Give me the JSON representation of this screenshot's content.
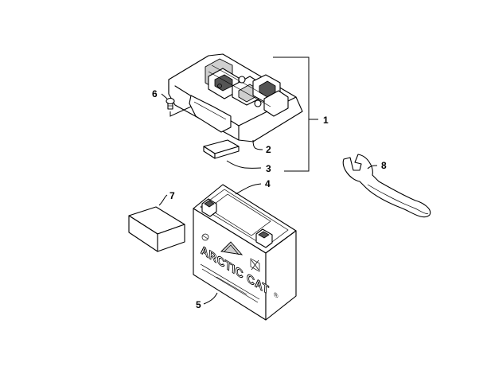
{
  "callouts": [
    {
      "id": "1",
      "label": "1"
    },
    {
      "id": "2",
      "label": "2"
    },
    {
      "id": "3",
      "label": "3"
    },
    {
      "id": "4",
      "label": "4"
    },
    {
      "id": "5",
      "label": "5"
    },
    {
      "id": "6",
      "label": "6"
    },
    {
      "id": "7",
      "label": "7"
    },
    {
      "id": "8",
      "label": "8"
    }
  ],
  "battery": {
    "brand_text": "ARCTIC CAT",
    "trademark": "®"
  },
  "colors": {
    "line": "#000000",
    "background": "#ffffff",
    "shade": "#cfcfcf"
  }
}
